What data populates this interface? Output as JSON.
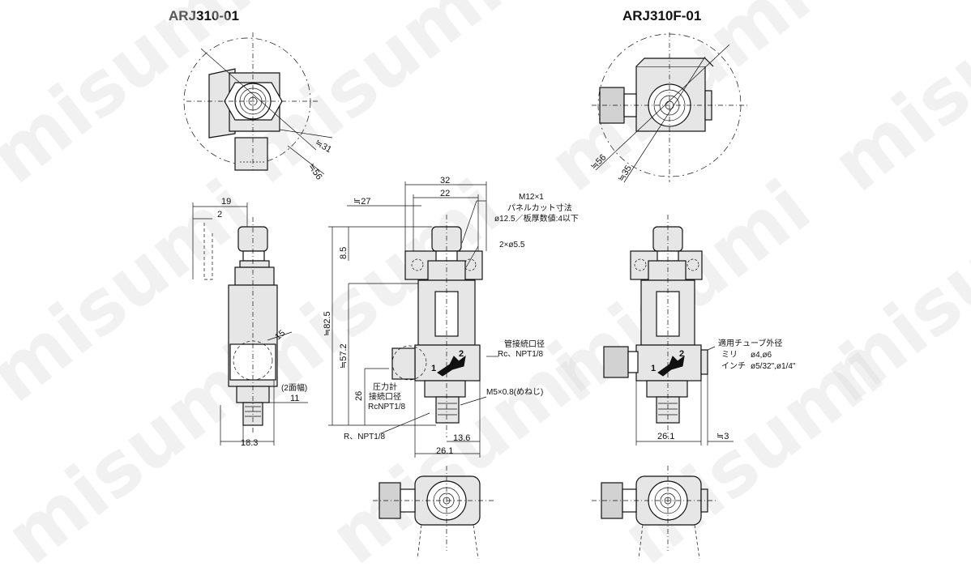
{
  "titles": {
    "left": "ARJ310-01",
    "right": "ARJ310F-01"
  },
  "watermark": "misumi",
  "dims": {
    "d31": "≒31",
    "d56_left": "≒56",
    "d56_right": "≒56",
    "d35": "≒35",
    "w19": "19",
    "w2": "2",
    "a15": "15",
    "flats": "(2面幅)",
    "f11": "11",
    "w18_3": "18.3",
    "w32": "32",
    "w22": "22",
    "d27": "≒27",
    "h8_5": "8.5",
    "h82_5": "≒82.5",
    "h57_2": "≒57.2",
    "h26": "26",
    "w13_6": "13.6",
    "w26_1_mid": "26.1",
    "w26_1_right": "26.1",
    "d3": "≒3"
  },
  "notes": {
    "m12_line1": "M12×1",
    "m12_line2": "パネルカット寸法",
    "m12_line3": "ø12.5／板厚数値:4以下",
    "holes": "2×ø5.5",
    "pipe_line1": "管接続口径",
    "pipe_line2": "Rc、NPT1/8",
    "gauge_line1": "圧力計",
    "gauge_line2": "接続口径",
    "gauge_line3": "RcNPT1/8",
    "m5": "M5×0.8(めねじ)",
    "r_npt": "R、NPT1/8",
    "tube_title": "適用チューブ外径",
    "tube_mm_label": "ミリ",
    "tube_mm_value": "ø4,ø6",
    "tube_inch_label": "インチ",
    "tube_inch_value": "ø5/32\",ø1/4\""
  },
  "ports": {
    "in": "1",
    "out": "2"
  }
}
